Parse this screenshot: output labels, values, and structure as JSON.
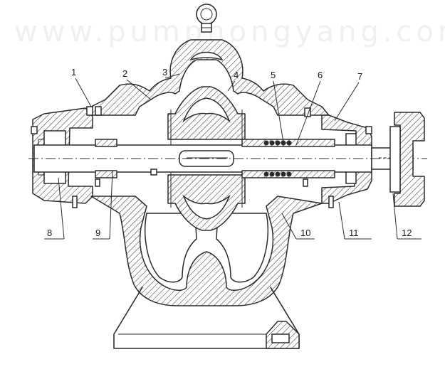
{
  "watermark": "www.pumphongyang.com",
  "callouts": [
    {
      "id": "1",
      "label": "1"
    },
    {
      "id": "2",
      "label": "2"
    },
    {
      "id": "3",
      "label": "3"
    },
    {
      "id": "4",
      "label": "4"
    },
    {
      "id": "5",
      "label": "5"
    },
    {
      "id": "6",
      "label": "6"
    },
    {
      "id": "7",
      "label": "7"
    },
    {
      "id": "8",
      "label": "8"
    },
    {
      "id": "9",
      "label": "9"
    },
    {
      "id": "10",
      "label": "10"
    },
    {
      "id": "11",
      "label": "11"
    },
    {
      "id": "12",
      "label": "12"
    }
  ]
}
